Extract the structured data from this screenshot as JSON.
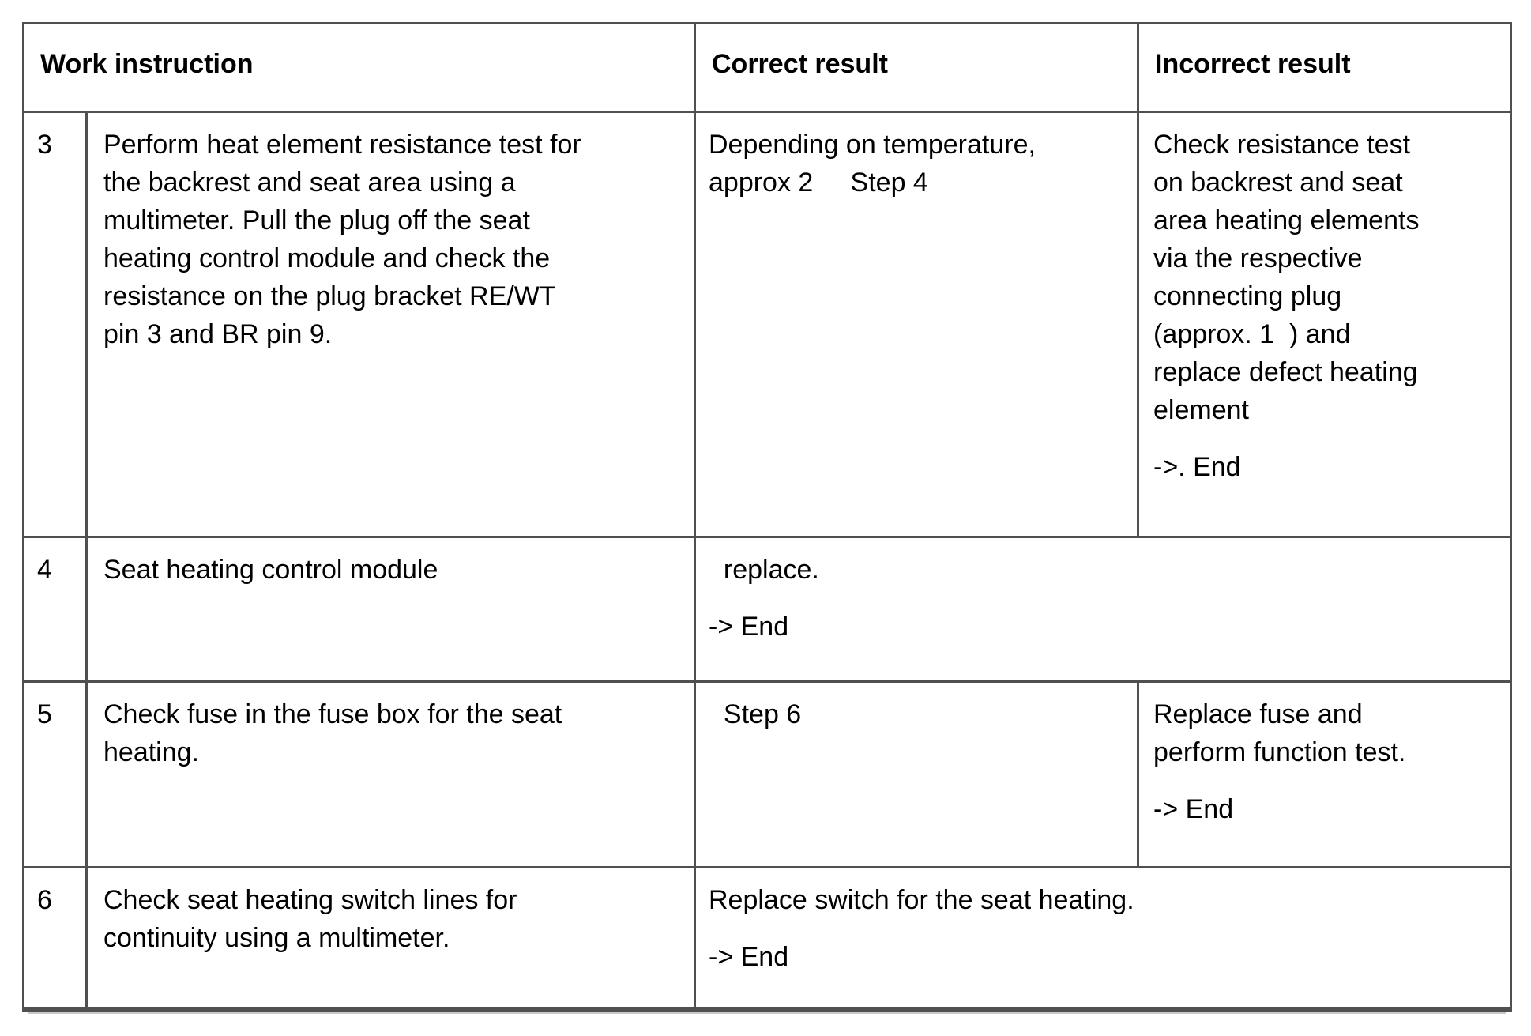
{
  "colors": {
    "border": "#505050",
    "text": "#000000",
    "background": "#ffffff"
  },
  "table": {
    "headers": {
      "work_instruction": "Work instruction",
      "correct_result": "Correct result",
      "incorrect_result": "Incorrect result"
    },
    "rows": [
      {
        "step": "3",
        "instruction": "Perform heat element resistance test for\nthe backrest and seat area using a\nmultimeter. Pull the plug off the seat\nheating control module and check the\nresistance on the plug bracket RE/WT\npin 3 and BR pin 9.",
        "correct": [
          "Depending on temperature,\napprox 2     Step 4"
        ],
        "incorrect": [
          "Check resistance test\non backrest and seat\narea heating elements\nvia the respective\nconnecting plug\n(approx. 1  ) and\nreplace defect heating\nelement",
          "->. End"
        ]
      },
      {
        "step": "4",
        "instruction": "Seat heating control module",
        "result": [
          "  replace.",
          "-> End"
        ]
      },
      {
        "step": "5",
        "instruction": "Check fuse in the fuse box for the seat\nheating.",
        "correct": [
          "  Step 6"
        ],
        "incorrect": [
          "Replace fuse and\nperform function test.",
          "-> End"
        ]
      },
      {
        "step": "6",
        "instruction": "Check seat heating switch lines for\ncontinuity using a multimeter.",
        "result": [
          "Replace switch for the seat heating.",
          "-> End"
        ]
      }
    ]
  }
}
